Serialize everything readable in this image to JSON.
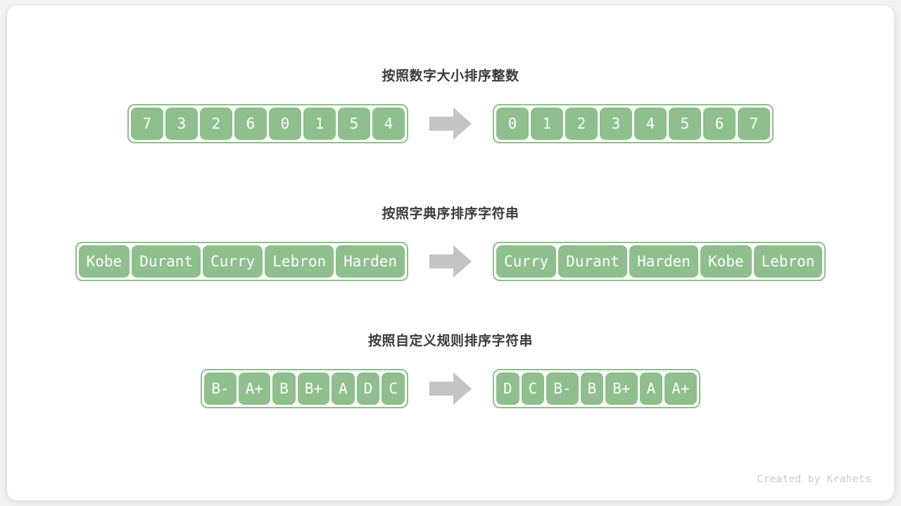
{
  "footer": {
    "credit": "Created by Krahets"
  },
  "colors": {
    "cell_fill": "#8fbf8c",
    "cell_text": "#ffffff",
    "array_border": "#8fbf8c",
    "arrow": "#c4c4c4",
    "title_text": "#3a3a3a",
    "card_bg": "#ffffff",
    "page_bg": "#f2f2f2",
    "footer_text": "#c9c9c9"
  },
  "sections": [
    {
      "title": "按照数字大小排序整数",
      "arrow_icon": "right-arrow-icon",
      "input": [
        "7",
        "3",
        "2",
        "6",
        "0",
        "1",
        "5",
        "4"
      ],
      "output": [
        "0",
        "1",
        "2",
        "3",
        "4",
        "5",
        "6",
        "7"
      ]
    },
    {
      "title": "按照字典序排序字符串",
      "arrow_icon": "right-arrow-icon",
      "input": [
        "Kobe",
        "Durant",
        "Curry",
        "Lebron",
        "Harden"
      ],
      "output": [
        "Curry",
        "Durant",
        "Harden",
        "Kobe",
        "Lebron"
      ]
    },
    {
      "title": "按照自定义规则排序字符串",
      "arrow_icon": "right-arrow-icon",
      "input": [
        "B-",
        "A+",
        "B",
        "B+",
        "A",
        "D",
        "C"
      ],
      "output": [
        "D",
        "C",
        "B-",
        "B",
        "B+",
        "A",
        "A+"
      ]
    }
  ]
}
